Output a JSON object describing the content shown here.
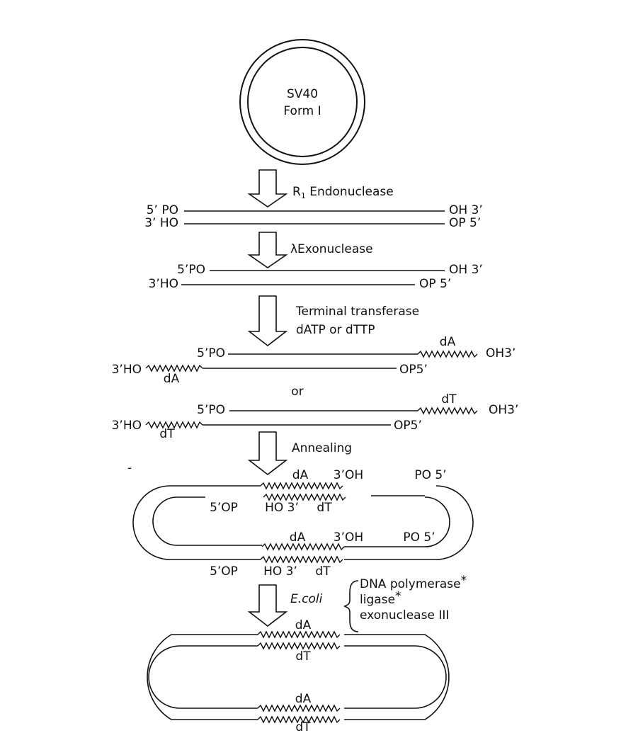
{
  "plasmid": {
    "line1": "SV40",
    "line2": "Form I"
  },
  "steps": {
    "s1": "R",
    "s1_sub": "1",
    "s1_rest": " Endonuclease",
    "s2": "λExonuclease",
    "s3a": "Terminal transferase",
    "s3b": "dATP or dTTP",
    "s4": "Annealing",
    "s5": "E.coli",
    "s5_items": [
      "DNA polymerase",
      "ligase",
      "exonuclease III"
    ],
    "asterisk": "*"
  },
  "ends": {
    "p5": "5’PO",
    "h3": "3’HO",
    "oh3": "OH 3’",
    "op5": "OP 5’",
    "op5b": "OP5’",
    "p5_sp": "5’ PO",
    "h3_sp": "3’ HO",
    "oh3b": "OH3’",
    "or": "or",
    "dA": "dA",
    "dT": "dT",
    "oh3prime": "3’OH",
    "po5": "PO 5’",
    "op5prime": "5’OP",
    "ho3": "HO 3’"
  }
}
